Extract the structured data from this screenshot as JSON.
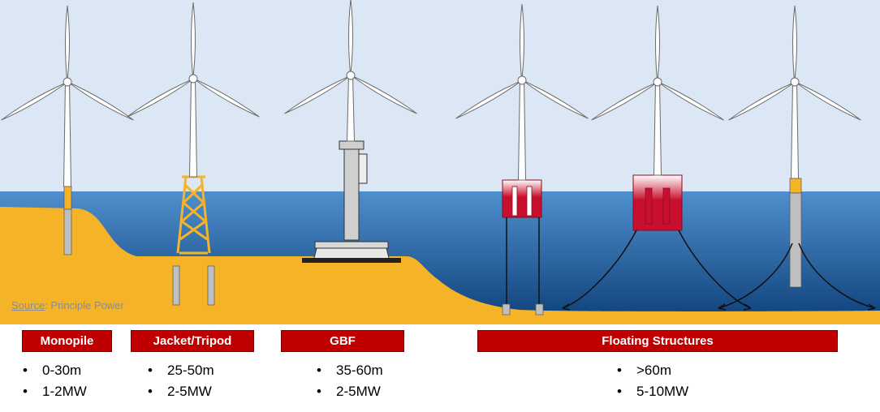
{
  "source_note": {
    "key": "Source",
    "value": ": Principle Power"
  },
  "categories": [
    {
      "id": "monopile",
      "title": "Monopile",
      "specs": [
        "0-30m",
        "1-2MW"
      ]
    },
    {
      "id": "jacket-tripod",
      "title": "Jacket/Tripod",
      "specs": [
        "25-50m",
        "2-5MW"
      ]
    },
    {
      "id": "gbf",
      "title": "GBF",
      "specs": [
        "35-60m",
        "2-5MW"
      ]
    },
    {
      "id": "floating-structures",
      "title": "Floating Structures",
      "specs": [
        ">60m",
        "5-10MW"
      ]
    }
  ],
  "colors": {
    "sky": "#dbe7f4",
    "sea_surface": "#4f8fcd",
    "sea_deep": "#0d3f78",
    "seabed": "#f5b428",
    "label_red": "#c00000",
    "float_red": "#c8102e",
    "transition_yellow": "#f5b428",
    "turbine_white": "#ffffff",
    "foundation_gray": "#bfbfbf"
  }
}
